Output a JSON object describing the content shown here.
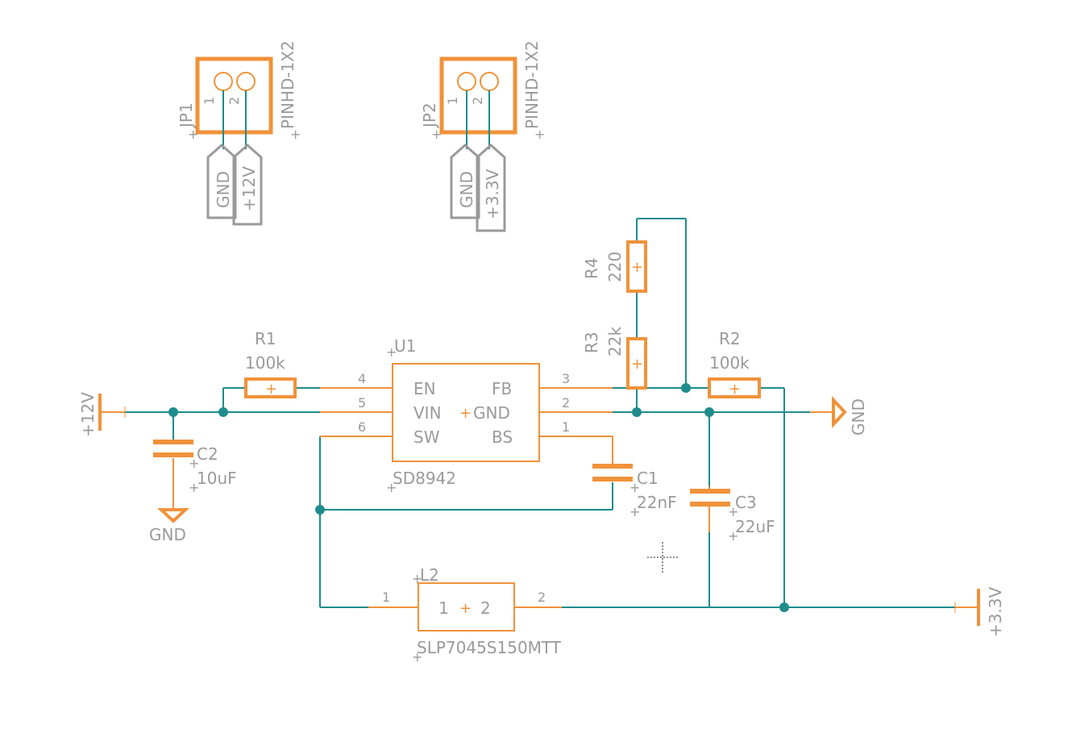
{
  "connectors": [
    {
      "ref": "JP1",
      "value": "PINHD-1X2",
      "pin1": "1",
      "pin2": "2",
      "net1": "GND",
      "net2": "+12V"
    },
    {
      "ref": "JP2",
      "value": "PINHD-1X2",
      "pin1": "1",
      "pin2": "2",
      "net1": "GND",
      "net2": "+3.3V"
    }
  ],
  "resistors": {
    "r1": {
      "ref": "R1",
      "value": "100k"
    },
    "r2": {
      "ref": "R2",
      "value": "100k"
    },
    "r3": {
      "ref": "R3",
      "value": "22k"
    },
    "r4": {
      "ref": "R4",
      "value": "220"
    }
  },
  "capacitors": {
    "c1": {
      "ref": "C1",
      "value": "22nF"
    },
    "c2": {
      "ref": "C2",
      "value": "10uF"
    },
    "c3": {
      "ref": "C3",
      "value": "22uF"
    }
  },
  "ic": {
    "ref": "U1",
    "value": "SD8942",
    "pins": {
      "en": {
        "name": "EN",
        "num": "4"
      },
      "vin": {
        "name": "VIN",
        "num": "5"
      },
      "sw": {
        "name": "SW",
        "num": "6"
      },
      "fb": {
        "name": "FB",
        "num": "3"
      },
      "gnd": {
        "name": "GND",
        "num": "2"
      },
      "bs": {
        "name": "BS",
        "num": "1"
      }
    }
  },
  "inductor": {
    "ref": "L2",
    "value": "SLP7045S150MTT",
    "pin1": "1",
    "pin2": "2"
  },
  "supplies": {
    "in": "+12V",
    "gnd_left": "GND",
    "gnd_right": "GND",
    "out": "+3.3V"
  },
  "colors": {
    "wire": "#1e8c8c",
    "part": "#f0923a",
    "label": "#9a9a9a"
  }
}
